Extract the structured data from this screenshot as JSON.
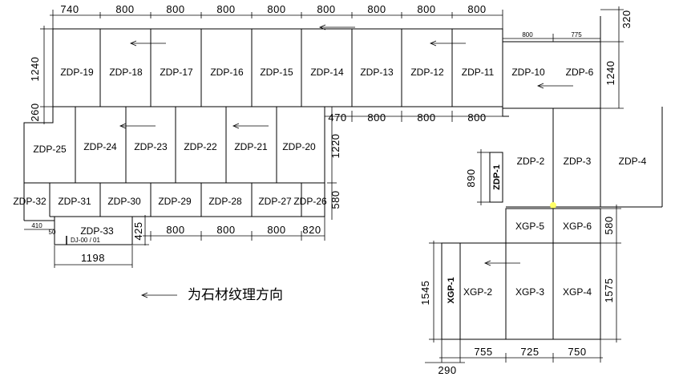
{
  "panels": {
    "zdp19": "ZDP-19",
    "zdp18": "ZDP-18",
    "zdp17": "ZDP-17",
    "zdp16": "ZDP-16",
    "zdp15": "ZDP-15",
    "zdp14": "ZDP-14",
    "zdp13": "ZDP-13",
    "zdp12": "ZDP-12",
    "zdp11": "ZDP-11",
    "zdp10": "ZDP-10",
    "zdp6": "ZDP-6",
    "zdp25": "ZDP-25",
    "zdp24": "ZDP-24",
    "zdp23": "ZDP-23",
    "zdp22": "ZDP-22",
    "zdp21": "ZDP-21",
    "zdp20": "ZDP-20",
    "zdp32": "ZDP-32",
    "zdp31": "ZDP-31",
    "zdp30": "ZDP-30",
    "zdp29": "ZDP-29",
    "zdp28": "ZDP-28",
    "zdp27": "ZDP-27",
    "zdp26": "ZDP-26",
    "zdp33": "ZDP-33",
    "dj": "DJ-00 / 01",
    "zdp2": "ZDP-2",
    "zdp3": "ZDP-3",
    "zdp4": "ZDP-4",
    "zdp1": "ZDP-1",
    "xgp5": "XGP-5",
    "xgp6": "XGP-6",
    "xgp2": "XGP-2",
    "xgp3": "XGP-3",
    "xgp4": "XGP-4",
    "xgp1": "XGP-1"
  },
  "dimensions": {
    "top": [
      "740",
      "800",
      "800",
      "800",
      "800",
      "800",
      "800",
      "800",
      "800"
    ],
    "middle": [
      "470",
      "800",
      "800",
      "800"
    ],
    "bottom": [
      "800",
      "800",
      "800",
      "820"
    ],
    "right_top": "320",
    "right_mid": "1240",
    "left_top": "1240",
    "left_step": "260",
    "center_h1": "1220",
    "center_h2": "580",
    "small_800": "800",
    "small_775": "775",
    "small_410": "410",
    "small_50": "50",
    "h425": "425",
    "w1198": "1198",
    "h890": "890",
    "h580r": "580",
    "h1545": "1545",
    "h1575": "1575",
    "b755": "755",
    "b725": "725",
    "b750": "750",
    "b290": "290"
  },
  "legend": {
    "text": "为石材纹理方向"
  }
}
